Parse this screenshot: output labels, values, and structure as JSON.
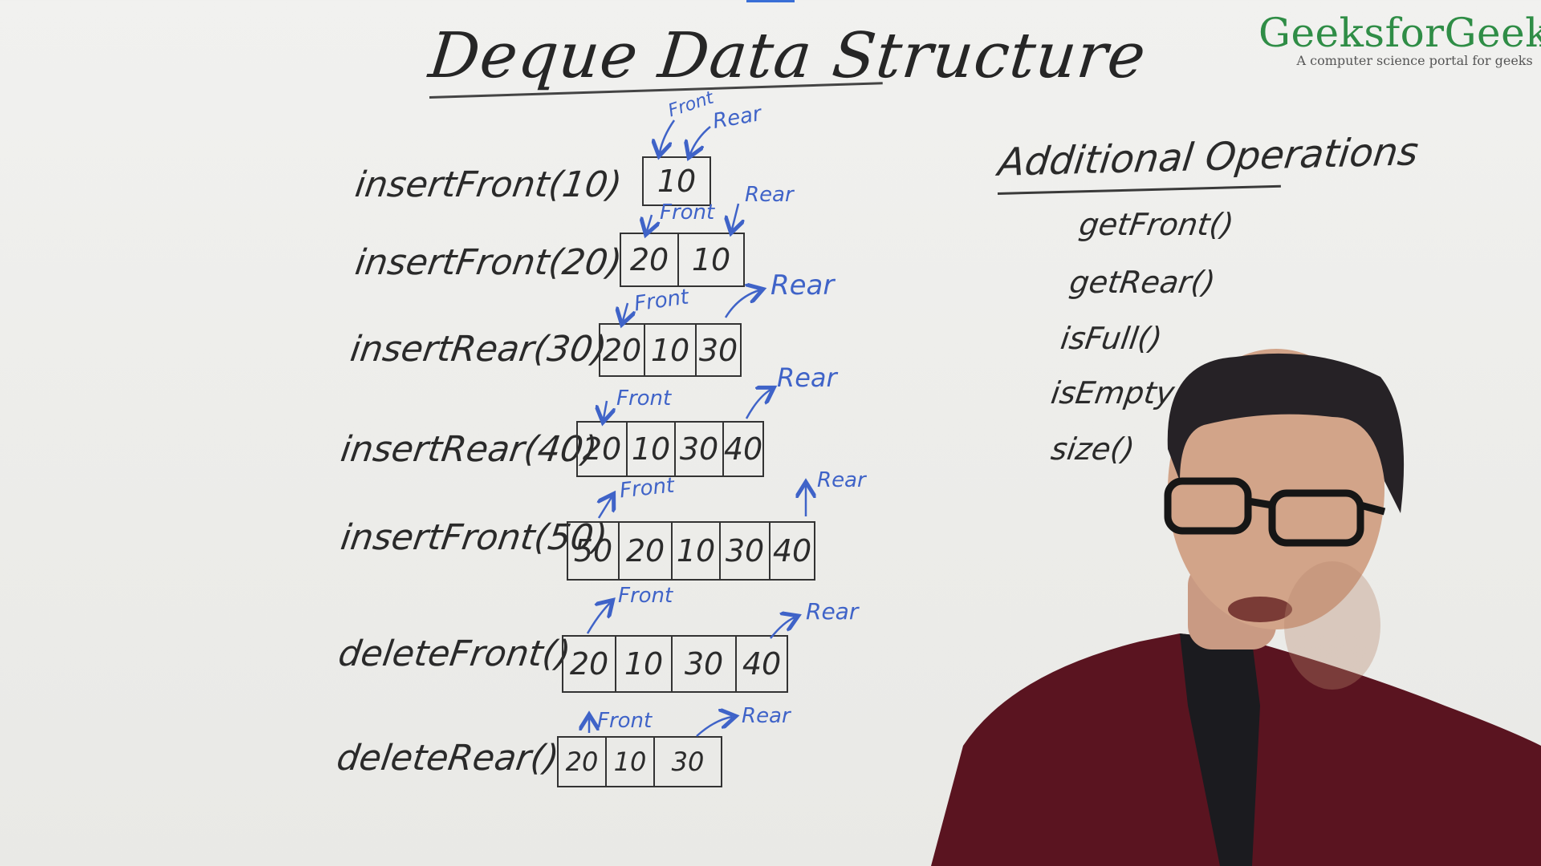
{
  "title": "Deque Data Structure",
  "logo": {
    "name": "GeeksforGeeks",
    "tagline": "A computer science portal for geeks",
    "color": "#2f8d46"
  },
  "ink": {
    "black": "#2a2a2a",
    "blue": "#3f63c8"
  },
  "operations": [
    {
      "label": "insertFront(10)",
      "cells": [
        "10"
      ],
      "front": "Front",
      "rear": "Rear"
    },
    {
      "label": "insertFront(20)",
      "cells": [
        "20",
        "10"
      ],
      "front": "Front",
      "rear": "Rear"
    },
    {
      "label": "insertRear(30)",
      "cells": [
        "20",
        "10",
        "30"
      ],
      "front": "Front",
      "rear": "Rear"
    },
    {
      "label": "insertRear(40)",
      "cells": [
        "20",
        "10",
        "30",
        "40"
      ],
      "front": "Front",
      "rear": "Rear"
    },
    {
      "label": "insertFront(50)",
      "cells": [
        "50",
        "20",
        "10",
        "30",
        "40"
      ],
      "front": "Front",
      "rear": "Rear"
    },
    {
      "label": "deleteFront()",
      "cells": [
        "20",
        "10",
        "30",
        "40"
      ],
      "front": "Front",
      "rear": "Rear"
    },
    {
      "label": "deleteRear()",
      "cells": [
        "20",
        "10",
        "30"
      ],
      "front": "Front",
      "rear": "Rear"
    }
  ],
  "additional": {
    "heading": "Additional Operations",
    "items": [
      "getFront()",
      "getRear()",
      "isFull()",
      "isEmpty()",
      "size()"
    ]
  },
  "presenter": {
    "icon": "person-icon"
  }
}
